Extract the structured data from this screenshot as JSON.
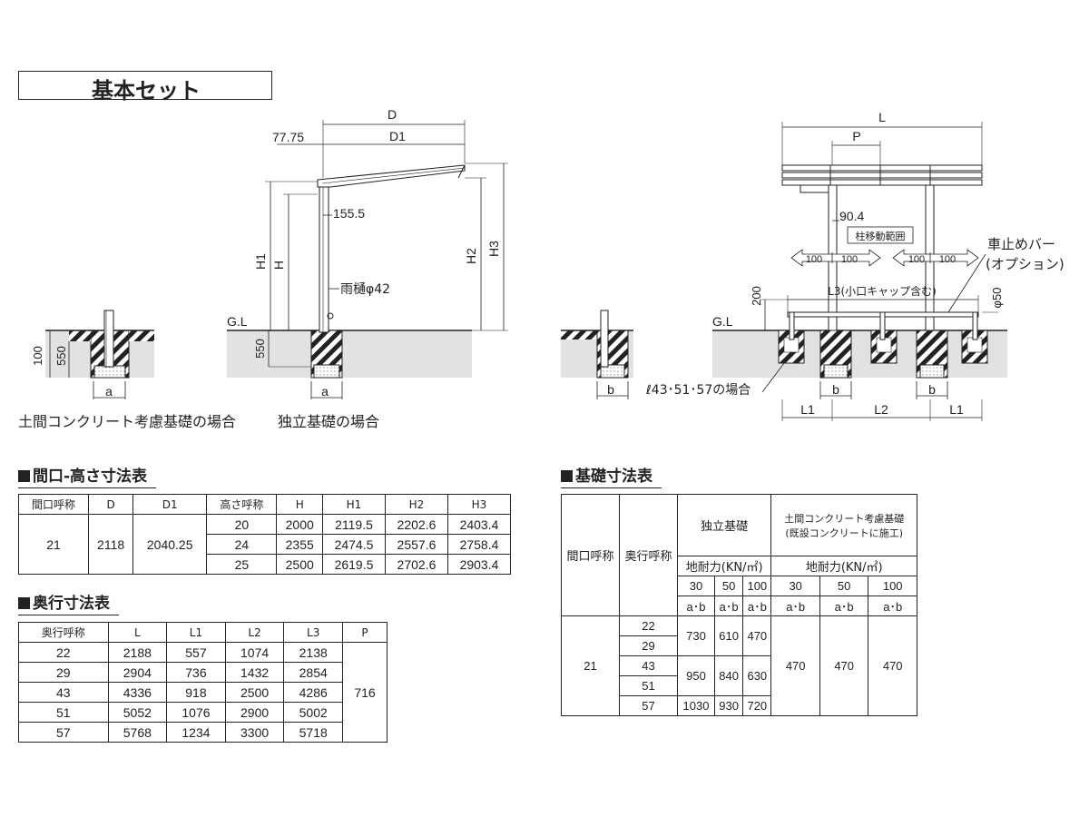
{
  "title": "基本セット",
  "drawing": {
    "side": {
      "dims": [
        "D",
        "D1",
        "77.75",
        "155.5",
        "H1",
        "H",
        "H2",
        "H3",
        "雨樋φ42",
        "G.L",
        "550",
        "a"
      ],
      "caption": "独立基礎の場合"
    },
    "left_found": {
      "dims": [
        "100",
        "550",
        "a"
      ],
      "caption": "土間コンクリート考慮基礎の場合"
    },
    "front": {
      "dims": [
        "L",
        "P",
        "90.4",
        "柱移動範囲",
        "100",
        "100",
        "100",
        "100",
        "L3(小口キャップ含む)",
        "200",
        "G.L",
        "φ50",
        "b",
        "b",
        "L1",
        "L2",
        "L1"
      ],
      "option_label_1": "車止めバー",
      "option_label_2": "(オプション)",
      "case_label": "ℓ43･51･57の場合"
    },
    "small_found": {
      "dims": [
        "b"
      ]
    }
  },
  "table1": {
    "title": "間口-高さ寸法表",
    "headers": [
      "間口呼称",
      "D",
      "D1",
      "高さ呼称",
      "H",
      "H1",
      "H2",
      "H3"
    ],
    "width_name": "21",
    "D": "2118",
    "D1": "2040.25",
    "rows": [
      [
        "20",
        "2000",
        "2119.5",
        "2202.6",
        "2403.4"
      ],
      [
        "24",
        "2355",
        "2474.5",
        "2557.6",
        "2758.4"
      ],
      [
        "25",
        "2500",
        "2619.5",
        "2702.6",
        "2903.4"
      ]
    ]
  },
  "table2": {
    "title": "奥行寸法表",
    "headers": [
      "奥行呼称",
      "L",
      "L1",
      "L2",
      "L3",
      "P"
    ],
    "P": "716",
    "rows": [
      [
        "22",
        "2188",
        "557",
        "1074",
        "2138"
      ],
      [
        "29",
        "2904",
        "736",
        "1432",
        "2854"
      ],
      [
        "43",
        "4336",
        "918",
        "2500",
        "4286"
      ],
      [
        "51",
        "5052",
        "1076",
        "2900",
        "5002"
      ],
      [
        "57",
        "5768",
        "1234",
        "3300",
        "5718"
      ]
    ]
  },
  "table3": {
    "title": "基礎寸法表",
    "col_width": "間口呼称",
    "col_depth": "奥行呼称",
    "group1": "独立基礎",
    "group2_line1": "土間コンクリート考慮基礎",
    "group2_line2": "(既設コンクリートに施工)",
    "bearing": "地耐力(KN/㎡)",
    "levels": [
      "30",
      "50",
      "100"
    ],
    "ab": "a･b",
    "width_name": "21",
    "depths": [
      "22",
      "29",
      "43",
      "51",
      "57"
    ],
    "ind_22_29": [
      "730",
      "610",
      "470"
    ],
    "ind_43_51": [
      "950",
      "840",
      "630"
    ],
    "ind_57": [
      "1030",
      "930",
      "720"
    ],
    "slab": [
      "470",
      "470",
      "470"
    ]
  }
}
